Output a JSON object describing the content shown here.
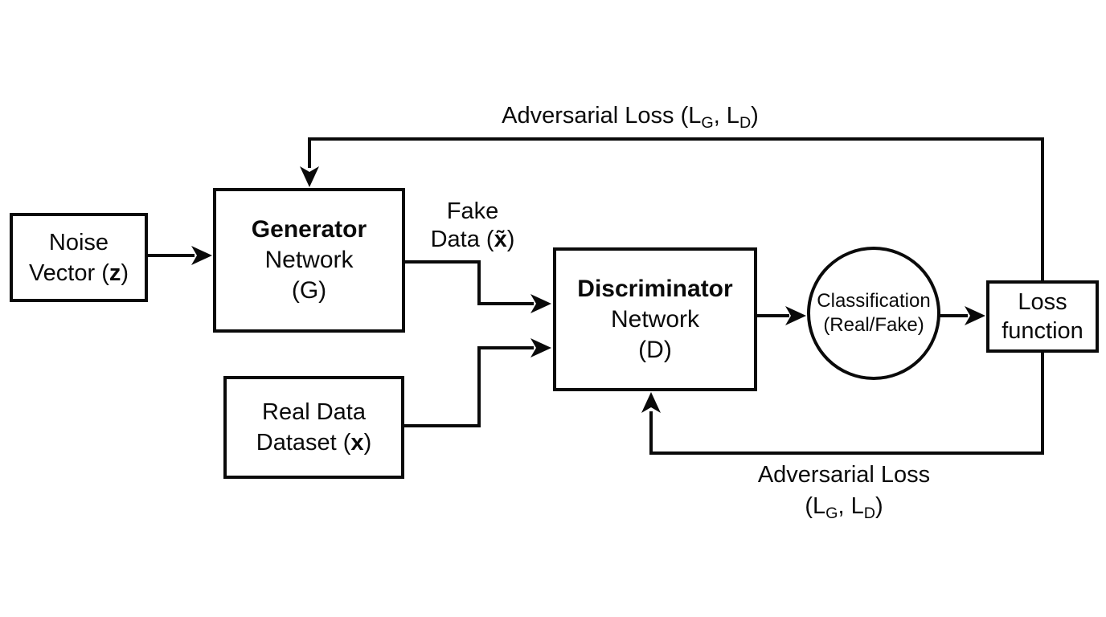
{
  "diagram": {
    "colors": {
      "ink": "#0a0a0a",
      "background": "#ffffff"
    },
    "nodes": {
      "noise": {
        "line1": "Noise",
        "line2_pre": "Vector (",
        "line2_var": "z",
        "line2_post": ")"
      },
      "generator": {
        "line1": "Generator",
        "line2": "Network",
        "line3": "(G)"
      },
      "real_data": {
        "line1": "Real Data",
        "line2_pre": "Dataset (",
        "line2_var": "x",
        "line2_post": ")"
      },
      "discriminator": {
        "line1": "Discriminator",
        "line2": "Network",
        "line3": "(D)"
      },
      "classification": {
        "line1": "Classification",
        "line2": "(Real/Fake)"
      },
      "loss": {
        "line1": "Loss",
        "line2": "function"
      }
    },
    "labels": {
      "fake_data": {
        "line1": "Fake",
        "line2_pre": "Data (",
        "line2_var": "x̃",
        "line2_post": ")"
      },
      "adv_loss_top": {
        "pre": "Adversarial Loss (L",
        "sub1": "G",
        "mid": ", L",
        "sub2": "D",
        "post": ")"
      },
      "adv_loss_bottom": {
        "line1": "Adversarial Loss",
        "line2_pre": "(L",
        "line2_sub1": "G",
        "line2_mid": ", L",
        "line2_sub2": "D",
        "line2_post": ")"
      }
    }
  }
}
